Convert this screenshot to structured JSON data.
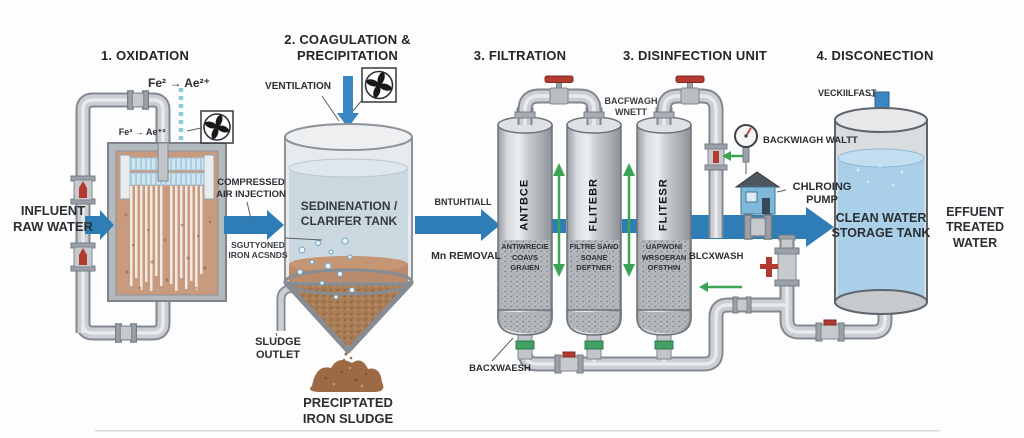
{
  "stages": [
    {
      "title": "1. OXIDATION"
    },
    {
      "title": "2. COAGULATION &\nPRECIPITATION"
    },
    {
      "title": "3. FILTRATION"
    },
    {
      "title": "3. DISINFECTION UNIT"
    },
    {
      "title": "4. DISCONECTION"
    }
  ],
  "labels": {
    "influent": "INFLUENT\nRAW WATER",
    "formula_main": "Fe² → Ae²⁺",
    "formula_inner": "Fe³ → Ae⁺³",
    "ventilation": "VENTILATION",
    "compressed_air": "COMPRESSED\nAIR INJECTION",
    "oxidized_iron": "SGUTYONED\nIRON ACSNDS",
    "sedimentation_tank": "SEDINENATION /\nCLARIFER TANK",
    "sludge_outlet": "SLUDGE\nOUTLET",
    "precipitated_sludge": "PRECIPTATED\nIRON SLUDGE",
    "pre_filter": "BNTUHTIALL",
    "mn_removal": "Mn REMOVAL",
    "backwash_wnett": "BACFWAGH\nWNETT",
    "backwash_valve": "BACKWIAGH WALTT",
    "chlorine_pump": "CHLROING\nPUMP",
    "backwash_left": "BLCXWASH",
    "backwash_bottom": "BACXWAESH",
    "vent_fast": "VECKIILFAST",
    "clean_tank": "CLEAN WATER\nSTORAGE TANK",
    "effluent": "EFFUENT\nTREATED WATER"
  },
  "filters": [
    {
      "vertical_label": "ANTBCE",
      "media_label": "ANTIWRECIE\nCOAVS\nGRAIEN"
    },
    {
      "vertical_label": "FLITEBR",
      "media_label": "FILTRE SAND\nSOANE\nDEFTNER"
    },
    {
      "vertical_label": "FLITESR",
      "media_label": "UAPWONI\nWRSOERAN\nOFSTHIN"
    }
  ],
  "icons": {
    "fan": "fan-icon",
    "gauge": "pressure-gauge-icon",
    "pump": "chlorine-pump-icon"
  },
  "colors": {
    "flow_blue": "#2f7db7",
    "air_blue": "#8ecbe2",
    "accent_green": "#3aa655",
    "valve_red": "#b23a2e",
    "sludge_brown": "#a3704f",
    "clean_water": "#a9d0e8"
  }
}
